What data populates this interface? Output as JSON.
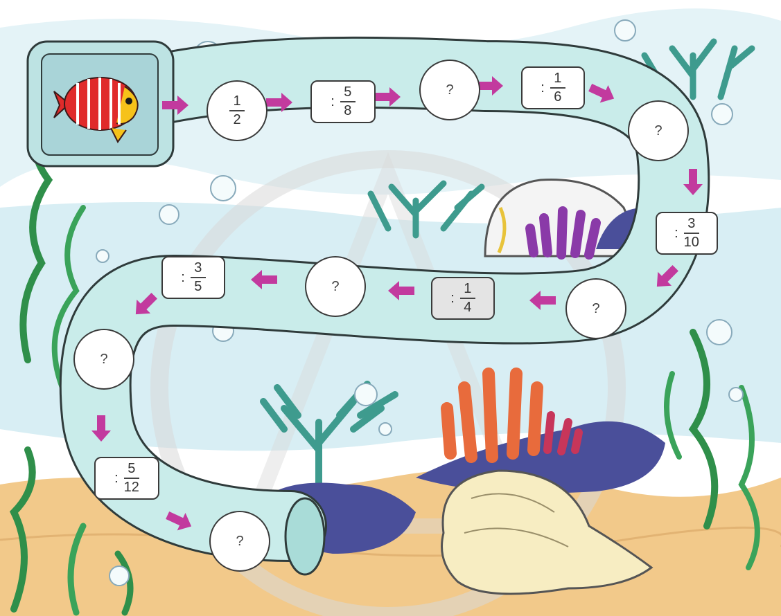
{
  "colors": {
    "path_fill": "#c9ecea",
    "path_stroke": "#2f3b3b",
    "arrow": "#c23a9e",
    "sand": "#f2c98a",
    "water": "#ddf1f5",
    "coral_teal": "#3e9b8e",
    "coral_orange": "#e86b3c",
    "coral_purple": "#8a3aa8",
    "rock_blue": "#4a4f9a",
    "seaweed": "#2f8f4a",
    "fish_red": "#e02b2b",
    "fish_yellow": "#f6c21a"
  },
  "start": {
    "icon": "red-striped-fish-icon"
  },
  "steps": [
    {
      "kind": "number",
      "numerator": "1",
      "denominator": "2"
    },
    {
      "kind": "operation",
      "operator": ":",
      "numerator": "5",
      "denominator": "8"
    },
    {
      "kind": "blank",
      "text": "?"
    },
    {
      "kind": "operation",
      "operator": ":",
      "numerator": "1",
      "denominator": "6"
    },
    {
      "kind": "blank",
      "text": "?"
    },
    {
      "kind": "operation",
      "operator": ":",
      "numerator": "3",
      "denominator": "10"
    },
    {
      "kind": "blank",
      "text": "?"
    },
    {
      "kind": "operation",
      "operator": ":",
      "numerator": "1",
      "denominator": "4"
    },
    {
      "kind": "blank",
      "text": "?"
    },
    {
      "kind": "operation",
      "operator": ":",
      "numerator": "3",
      "denominator": "5"
    },
    {
      "kind": "blank",
      "text": "?"
    },
    {
      "kind": "operation",
      "operator": ":",
      "numerator": "5",
      "denominator": "12"
    },
    {
      "kind": "blank",
      "text": "?"
    }
  ]
}
